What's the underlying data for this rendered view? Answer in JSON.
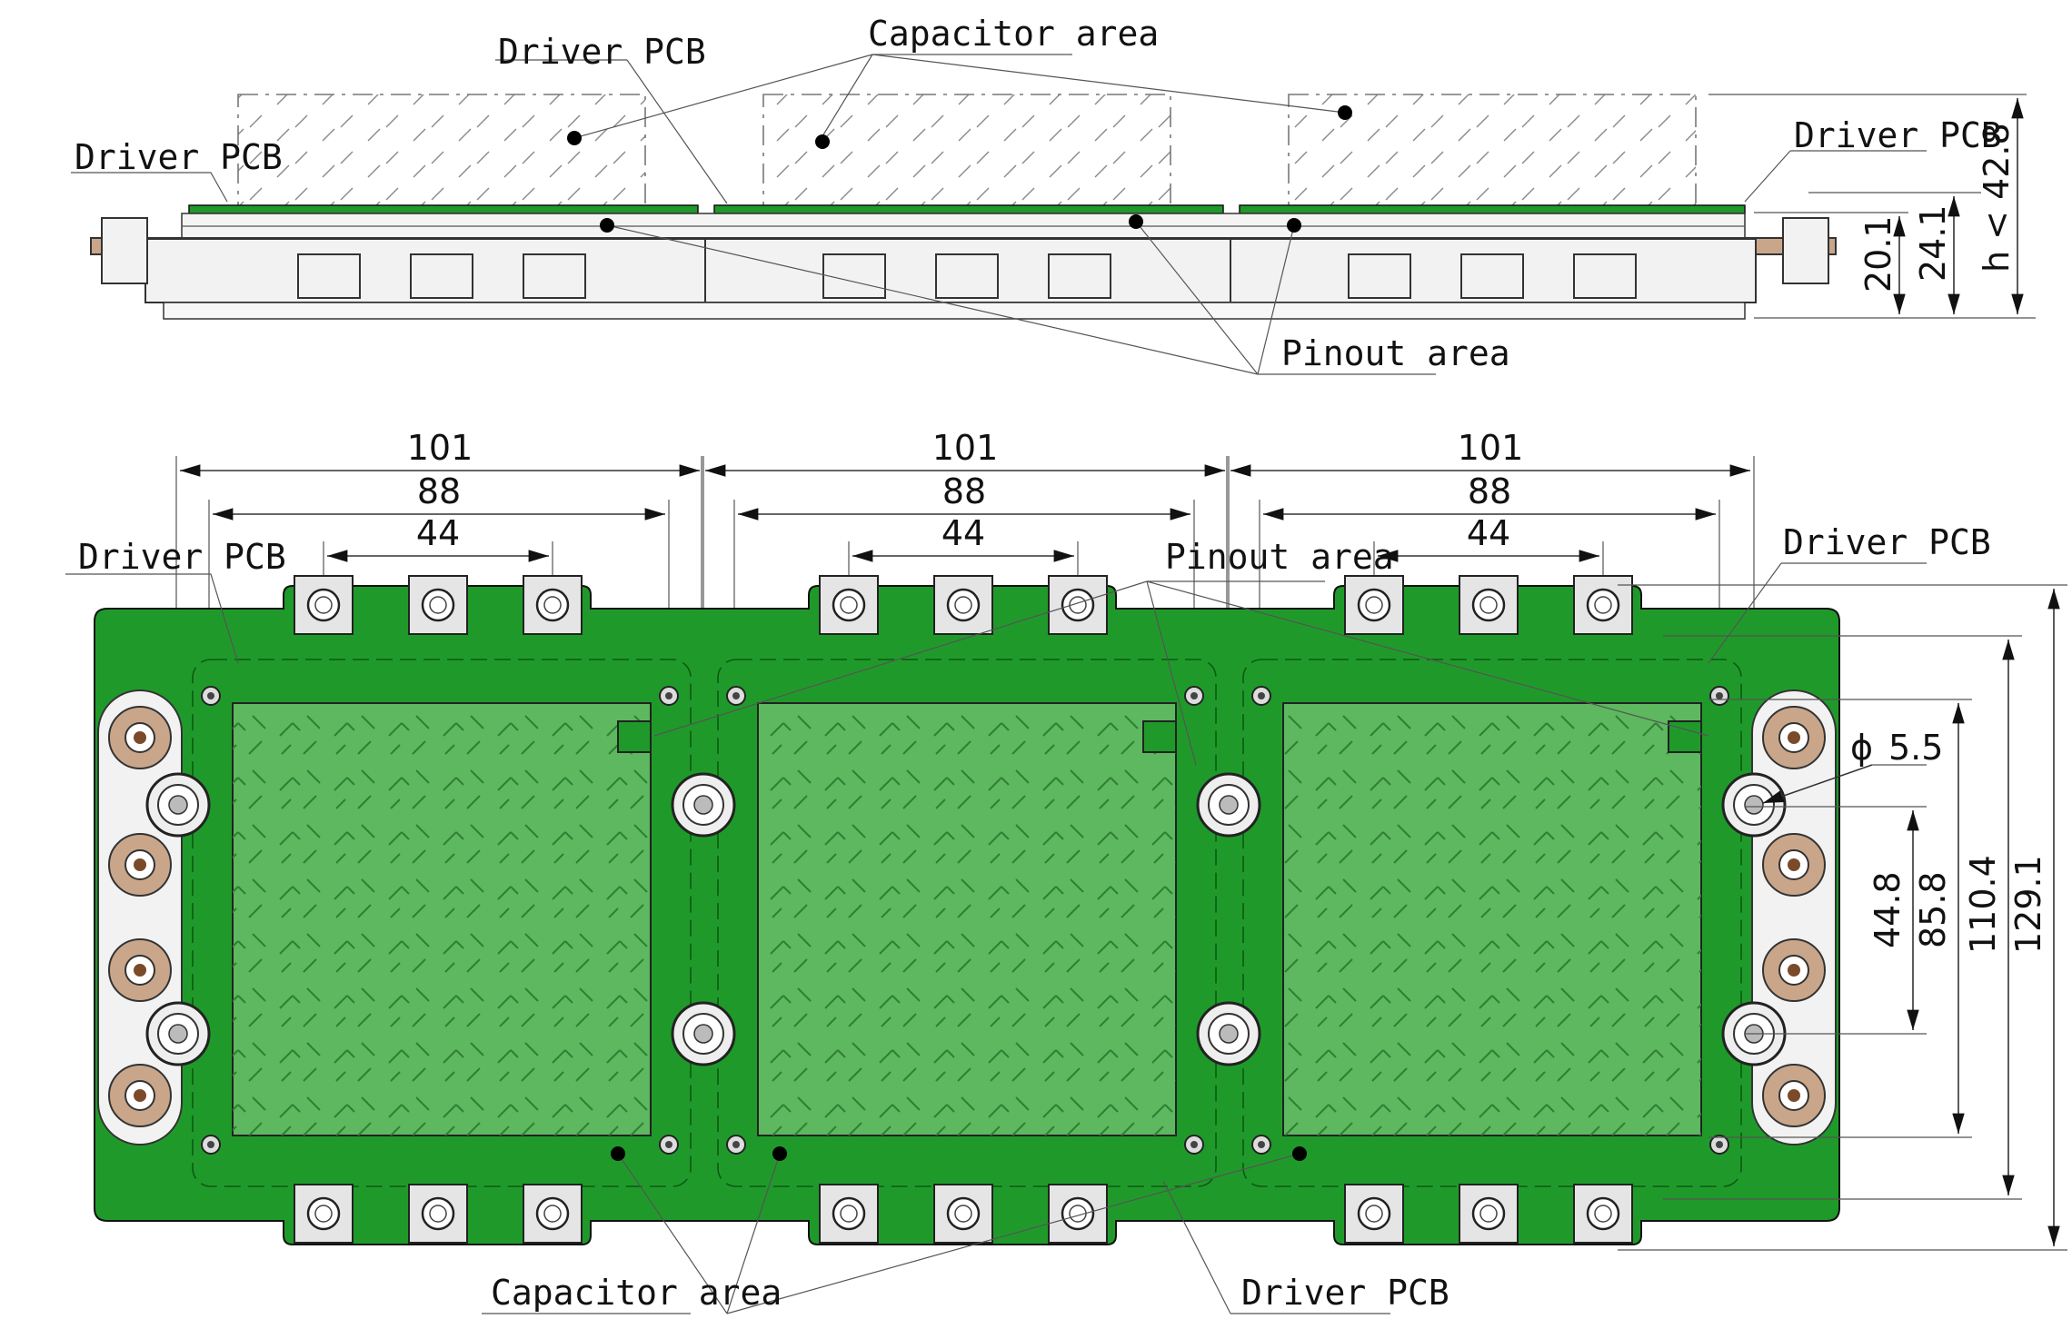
{
  "labels": {
    "capacitor_area": "Capacitor area",
    "driver_pcb": "Driver PCB",
    "pinout_area": "Pinout area"
  },
  "side_view": {
    "dim_20_1": "20.1",
    "dim_24_1": "24.1",
    "dim_h": "h < 42.8"
  },
  "top_view": {
    "module_dims": [
      {
        "outer": "101",
        "mid": "88",
        "inner": "44"
      },
      {
        "outer": "101",
        "mid": "88",
        "inner": "44"
      },
      {
        "outer": "101",
        "mid": "88",
        "inner": "44"
      }
    ],
    "hole_dia": "5.5",
    "dim_44_8": "44.8",
    "dim_85_8": "85.8",
    "dim_110_4": "110.4",
    "dim_129_1": "129.1"
  },
  "colors": {
    "pcb_green": "#1f9a2a",
    "capacitor_green": "#5db85f",
    "terminal_grey": "#e5e5e5",
    "bushing_brown": "#c9a68a"
  }
}
